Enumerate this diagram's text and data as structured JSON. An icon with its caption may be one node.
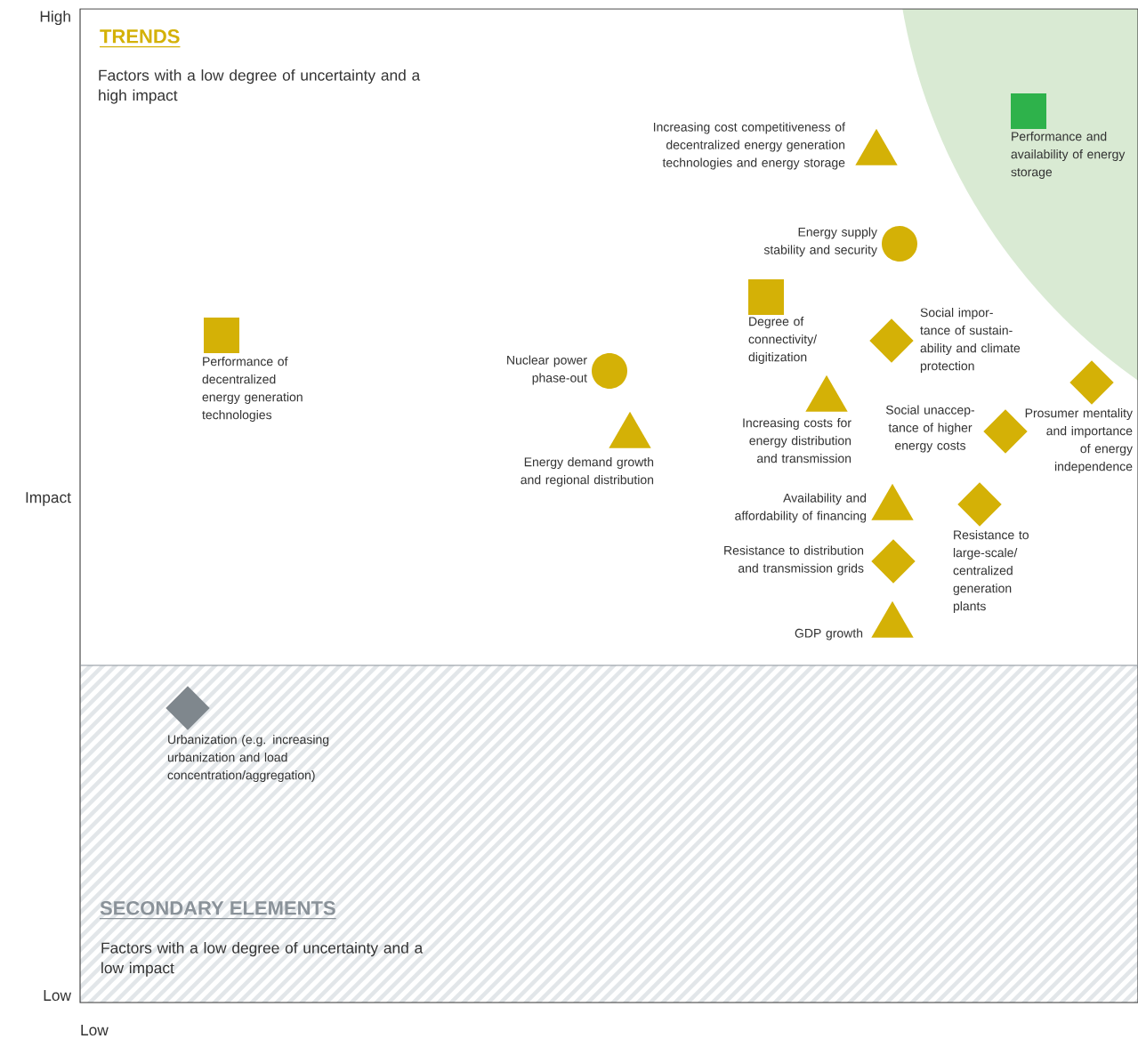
{
  "diagram": {
    "nodes": [
      {
        "text": [],
        "shape": "triangle",
        "beside": [
          "Increasing cost competitiveness of decentralized energy generation technologies and energy storage"
        ]
      },
      {
        "text": [],
        "shape": "box",
        "beside": [
          "Performance and availability of energy storage"
        ]
      },
      {
        "text": [],
        "shape": "circle",
        "beside": [
          "Energy supply stability and security"
        ]
      },
      {
        "text": [],
        "shape": "box",
        "beside": [
          "Degree of connectivity/ digitization"
        ]
      },
      {
        "text": [],
        "shape": "diamond",
        "beside": [
          "Social impor-tance of sustain-ability and climate protection"
        ]
      },
      {
        "text": [],
        "shape": "box",
        "beside": [
          "Performance of decentralized energy generation technologies"
        ]
      },
      {
        "text": [],
        "shape": "circle",
        "beside": [
          "Nuclear power phase-out"
        ]
      },
      {
        "text": [],
        "shape": "triangle",
        "beside": [
          "Increasing costs for energy distribution and transmission"
        ]
      },
      {
        "text": [],
        "shape": "diamond",
        "beside": [
          "Social unaccep-tance of higher energy costs"
        ]
      },
      {
        "text": [],
        "shape": "diamond",
        "beside": [
          "Prosumer mentality and importance of energy independence"
        ]
      },
      {
        "text": [],
        "shape": "triangle",
        "beside": [
          "Energy demand growth and regional distribution"
        ]
      },
      {
        "text": [],
        "shape": "triangle",
        "beside": [
          "Availability and affordability of financing"
        ]
      },
      {
        "text": [],
        "shape": "diamond",
        "beside": [
          "Resistance to large-scale/ centralized generation plants"
        ]
      },
      {
        "text": [],
        "shape": "diamond",
        "beside": [
          "Resistance to distribution and transmission grids"
        ]
      },
      {
        "text": [],
        "shape": "triangle",
        "beside": [
          "GDP growth"
        ]
      },
      {
        "text": [],
        "shape": "diamond",
        "beside": [
          "Urbanization (e.g. increasing urbanization and load concentration/aggregation)"
        ]
      }
    ],
    "labels": [
      "High",
      "TRENDS",
      "Factors with a low degree of uncertainty and a high impact",
      "Impact",
      "SECONDARY ELEMENTS",
      "Factors with a low degree of uncertainty and a low impact",
      "Low",
      "Low"
    ]
  }
}
